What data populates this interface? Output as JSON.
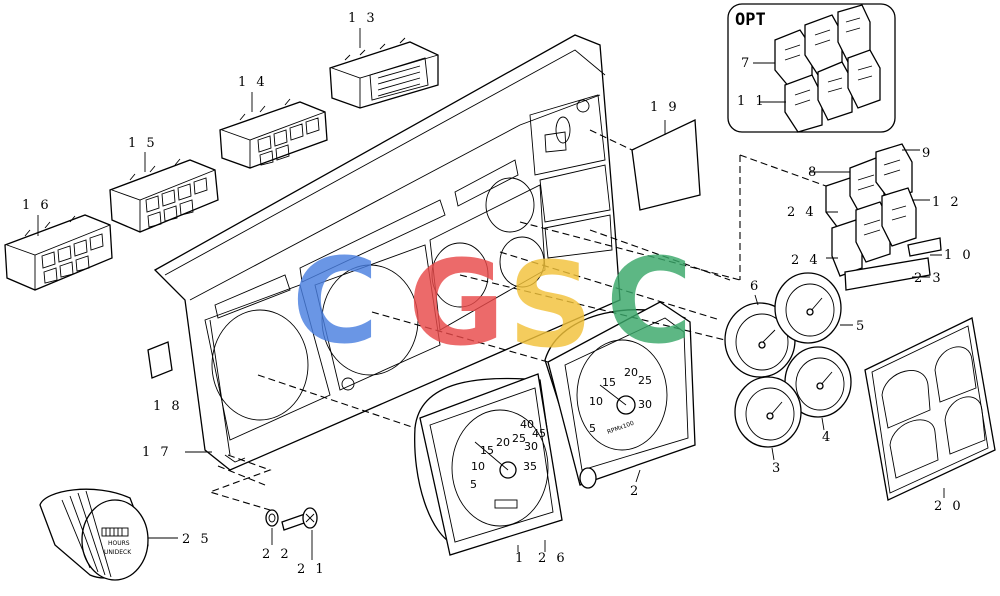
{
  "opt_box": {
    "title": "OPT",
    "labels": [
      "7",
      "1 1"
    ]
  },
  "labels": {
    "p1": "1",
    "p2": "2",
    "p3": "3",
    "p4": "4",
    "p5": "5",
    "p6": "6",
    "p8": "8",
    "p9": "9",
    "p10": "1 0",
    "p12": "1 2",
    "p13": "1 3",
    "p14": "1 4",
    "p15": "1 5",
    "p16": "1 6",
    "p17": "1 7",
    "p18": "1 8",
    "p19": "1 9",
    "p20": "2 0",
    "p21": "2 1",
    "p22": "2 2",
    "p23": "2 3",
    "p24a": "2 4",
    "p24b": "2 4",
    "p25": "2 5",
    "p26": "2 6"
  },
  "gauges": {
    "speedo": [
      "5",
      "10",
      "15",
      "20",
      "25",
      "30",
      "35",
      "40",
      "45"
    ],
    "tacho": [
      "5",
      "10",
      "15",
      "20",
      "25",
      "30"
    ],
    "tacho_unit": "RPMx100",
    "hours_meter_text": [
      "HOURS",
      "UNIDECK"
    ]
  },
  "watermark": {
    "letters": [
      "C",
      "G",
      "S",
      "C"
    ],
    "colors": [
      "#4a7fe0",
      "#e84a4a",
      "#f2c23a",
      "#3aa86a"
    ]
  }
}
